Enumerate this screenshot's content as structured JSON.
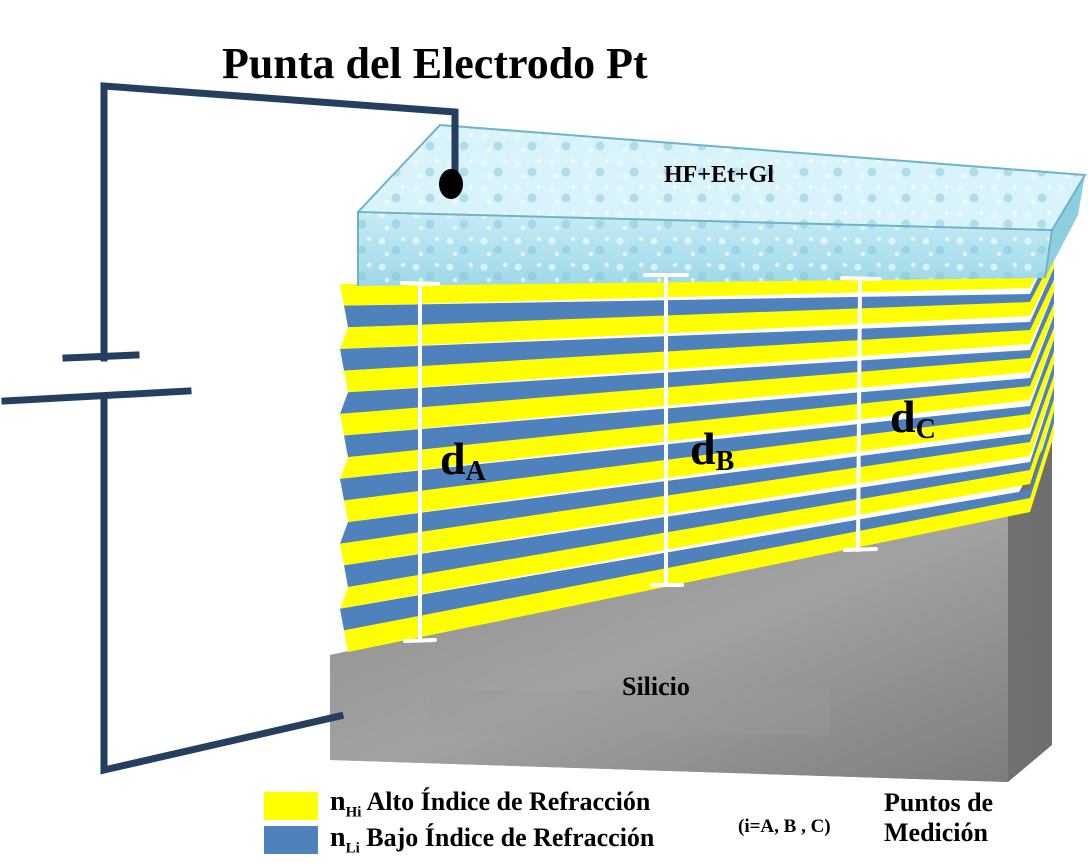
{
  "title": "Punta del Electrodo Pt",
  "solution_label": "HF+Et+Gl",
  "substrate_label": "Silicio",
  "thickness_labels": [
    {
      "symbol": "d",
      "sub": "A"
    },
    {
      "symbol": "d",
      "sub": "B"
    },
    {
      "symbol": "d",
      "sub": "C"
    }
  ],
  "legend": {
    "high": {
      "symbol": "n",
      "sub": "Hi",
      "text": "Alto Índice de Refracción",
      "color": "#ffff00"
    },
    "low": {
      "symbol": "n",
      "sub": "Li",
      "text": "Bajo Índice de Refracción",
      "color": "#4f81bd"
    },
    "index_note": "(i=A, B , C)",
    "points_line1": "Puntos de",
    "points_line2": "Medición"
  },
  "colors": {
    "wire": "#243f60",
    "solution": "#b4e2ee",
    "silicon": "#8a8a8a",
    "high_layer": "#ffff00",
    "low_layer": "#4f81bd",
    "marker": "#ffffff"
  }
}
